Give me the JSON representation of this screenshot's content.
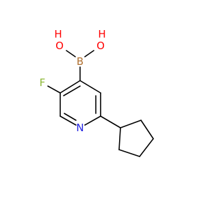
{
  "molecule": {
    "atoms": {
      "boron": {
        "label": "B",
        "color": "#b07030"
      },
      "oxygen_left": {
        "label": "O",
        "color": "#ff0000"
      },
      "oxygen_right": {
        "label": "O",
        "color": "#ff0000"
      },
      "hydrogen_left": {
        "label": "H",
        "color": "#ff0000"
      },
      "hydrogen_right": {
        "label": "H",
        "color": "#ff0000"
      },
      "fluorine": {
        "label": "F",
        "color": "#8db837"
      },
      "nitrogen": {
        "label": "N",
        "color": "#2020e0"
      }
    }
  }
}
